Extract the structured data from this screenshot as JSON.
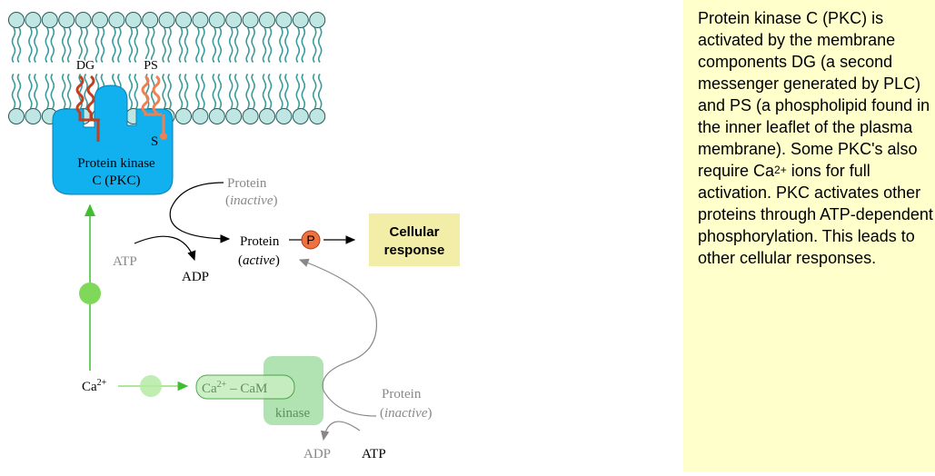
{
  "diagram": {
    "lipid_labels": {
      "dg": "DG",
      "ps": "PS"
    },
    "pkc": {
      "label_line1": "Protein kinase",
      "label_line2": "C (PKC)",
      "site": "S"
    },
    "protein_inactive_top": {
      "line1": "Protein",
      "line2": "inactive"
    },
    "atp_top": "ATP",
    "adp_top": "ADP",
    "protein_active": {
      "line1": "Protein",
      "line2": "active"
    },
    "phosphate": "P",
    "cellular_response": {
      "line1": "Cellular",
      "line2": "response"
    },
    "calcium": {
      "base": "Ca",
      "charge": "2+"
    },
    "complex": {
      "ca": "Ca",
      "charge": "2+",
      "rest": " – CaM",
      "kinase": "kinase"
    },
    "protein_inactive_bottom": {
      "line1": "Protein",
      "line2": "inactive"
    },
    "adp_bottom": "ADP",
    "atp_bottom": "ATP"
  },
  "note": {
    "text_before": "Protein kinase C (PKC) is activated by the membrane components DG (a second messenger generated by PLC) and PS (a phospholipid found in the inner leaflet of the plasma membrane). Some PKC's also require Ca",
    "superscript": "2+",
    "text_after": " ions for full activation. PKC activates other proteins through ATP-dependent phosphorylation. This leads to other cellular responses."
  },
  "colors": {
    "membrane_head": "#bfe6e3",
    "membrane_stroke": "#2a5a5a",
    "tail": "#3a9a9a",
    "pkc": "#11b1f0",
    "green_arrow": "#3fbf2f",
    "green_dot": "#7fd85a",
    "kinase_box": "#a8dfa8",
    "phosphate": "#f07040",
    "lipid_dg": "#c04020",
    "lipid_ps": "#f08050",
    "response_box": "#f2eea8",
    "note_bg": "#ffffcc"
  }
}
